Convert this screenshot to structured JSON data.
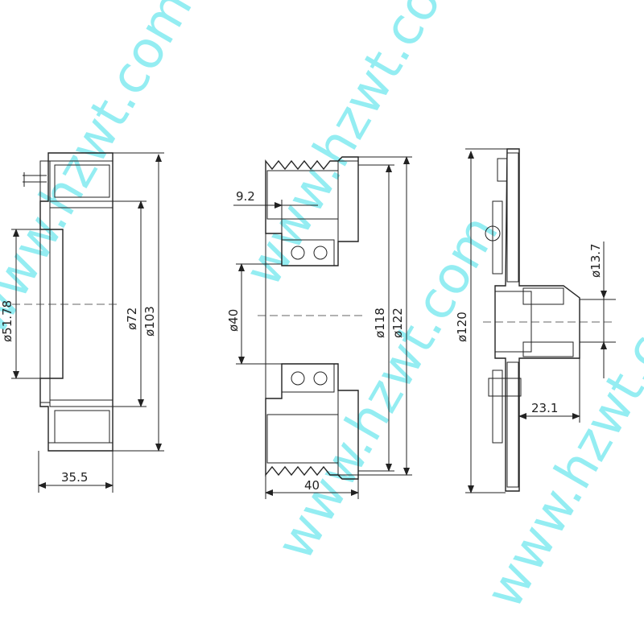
{
  "watermark": "www.hzwt.com",
  "coil": {
    "d_inner": "ø51.78",
    "d_mid": "ø72",
    "d_outer": "ø103",
    "width": "35.5"
  },
  "pulley": {
    "bearing_offset": "9.2",
    "d_bore": "ø40",
    "d_groove": "ø118",
    "d_outer": "ø122",
    "width": "40"
  },
  "hub": {
    "d_outer": "ø120",
    "d_bore": "ø13.7",
    "length": "23.1"
  },
  "colors": {
    "line": "#222222",
    "watermark": "#3ee0e8"
  }
}
